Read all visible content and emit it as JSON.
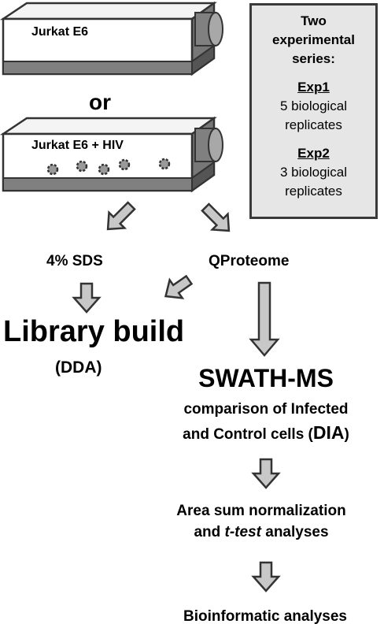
{
  "flask_top": {
    "label": "Jurkat E6"
  },
  "or_text": "or",
  "flask_bottom": {
    "label": "Jurkat E6 + HIV"
  },
  "info_box": {
    "heading": [
      "Two",
      "experimental",
      "series:"
    ],
    "exp1": {
      "title": "Exp1",
      "lines": [
        "5 biological",
        "replicates"
      ]
    },
    "exp2": {
      "title": "Exp2",
      "lines": [
        "3 biological",
        "replicates"
      ]
    }
  },
  "labels": {
    "sds": "4% SDS",
    "qproteome": "QProteome",
    "library_build": "Library build",
    "dda": "(DDA)",
    "swath": "SWATH-MS",
    "comparison_line1": "comparison of Infected",
    "comparison_line2": "and Control cells (",
    "dia": "DIA",
    "comparison_close": ")",
    "normalization_line1": "Area sum normalization",
    "normalization_line2_pre": "and ",
    "ttest": "t-test",
    "normalization_line2_post": " analyses",
    "bioinformatic": "Bioinformatic analyses"
  },
  "colors": {
    "arrow_fill": "#c8c8c8",
    "stroke": "#333333",
    "box_fill": "#e6e6e6"
  }
}
